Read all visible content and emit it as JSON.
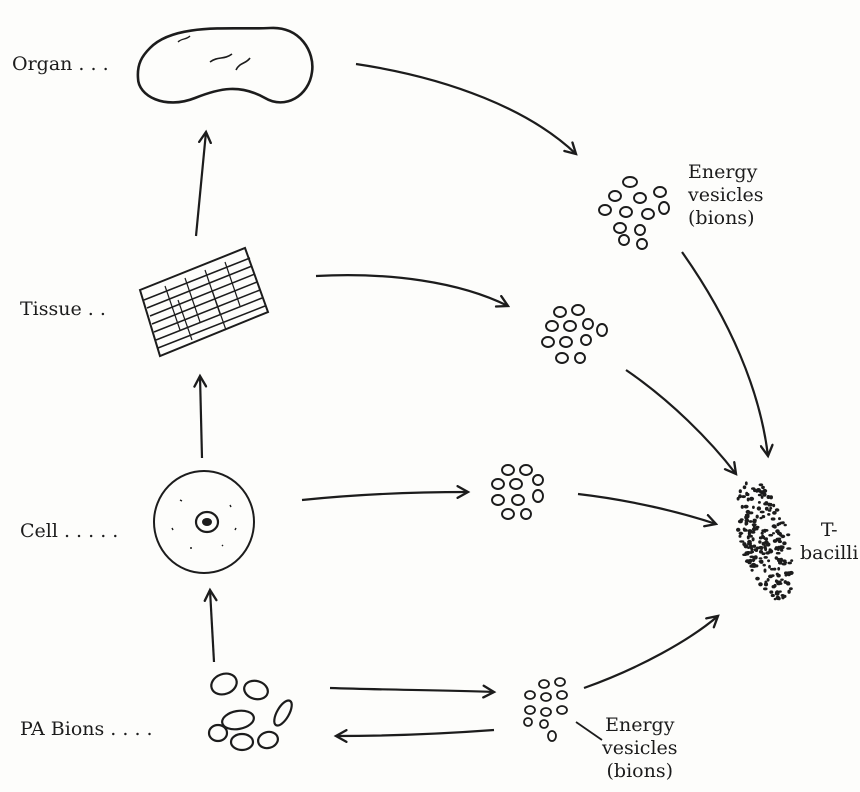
{
  "levels": {
    "organ": "Organ . . .",
    "tissue": "Tissue . .",
    "cell": "Cell . . . . .",
    "pa_bions": "PA Bions . . . ."
  },
  "energy_top": {
    "line1": "Energy",
    "line2": "vesicles",
    "line3": "(bions)"
  },
  "energy_bottom": {
    "line1": "Energy",
    "line2": "vesicles",
    "line3": "(bions)"
  },
  "t_bacilli": {
    "line1": "T-",
    "line2": "bacilli"
  },
  "colors": {
    "ink": "#1c1c1c",
    "paper": "#fdfdfb"
  }
}
